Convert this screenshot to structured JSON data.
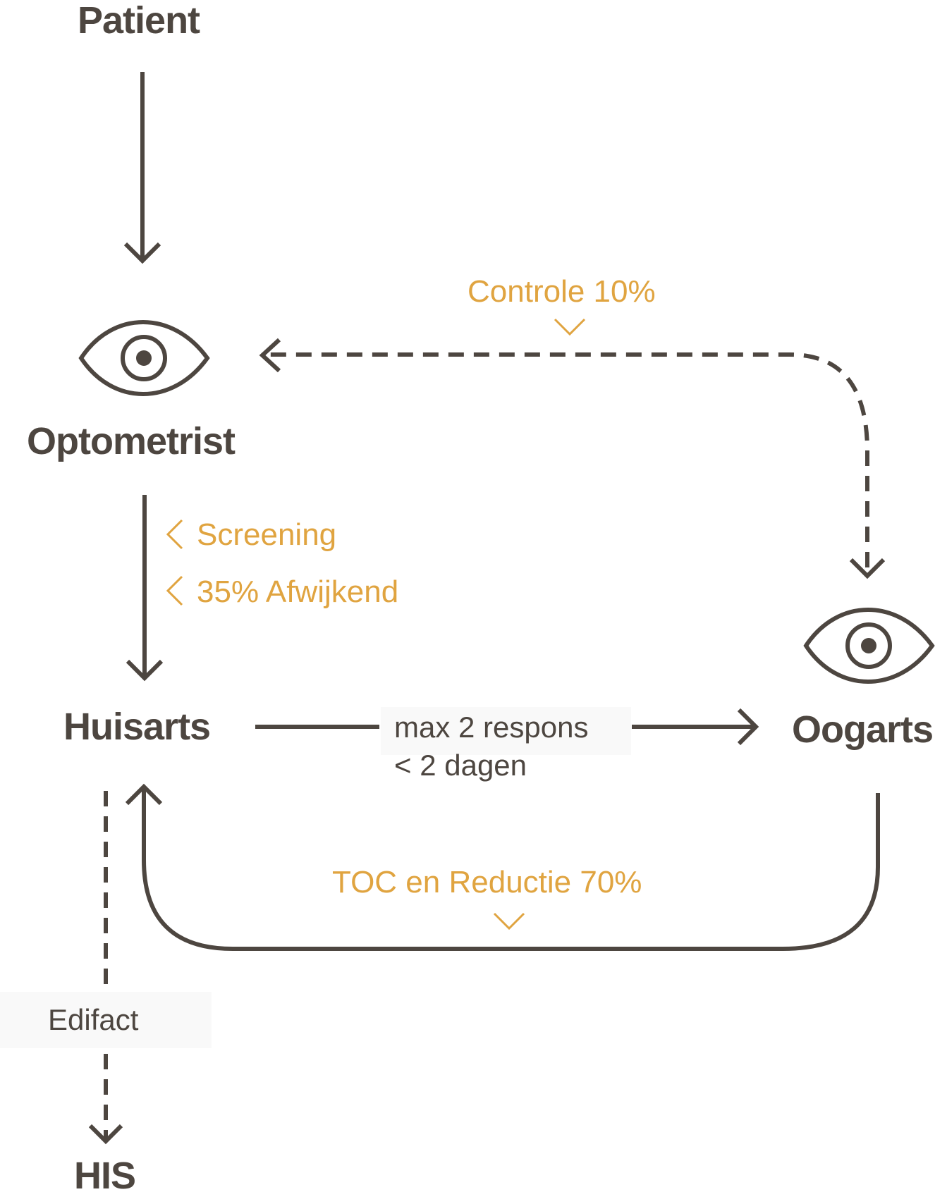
{
  "nodes": {
    "patient": "Patient",
    "optometrist": "Optometrist",
    "huisarts": "Huisarts",
    "oogarts": "Oogarts",
    "his": "HIS"
  },
  "edges": {
    "controle": "Controle 10%",
    "screening": "Screening",
    "afwijkend": "35% Afwijkend",
    "max_respons": "max 2 respons",
    "dagen": "< 2 dagen",
    "toc": "TOC en Reductie 70%",
    "edifact": "Edifact"
  },
  "icons": {
    "optometrist": "eye-icon",
    "oogarts": "eye-icon"
  },
  "colors": {
    "dark": "#4d4640",
    "accent": "#e0a440"
  }
}
